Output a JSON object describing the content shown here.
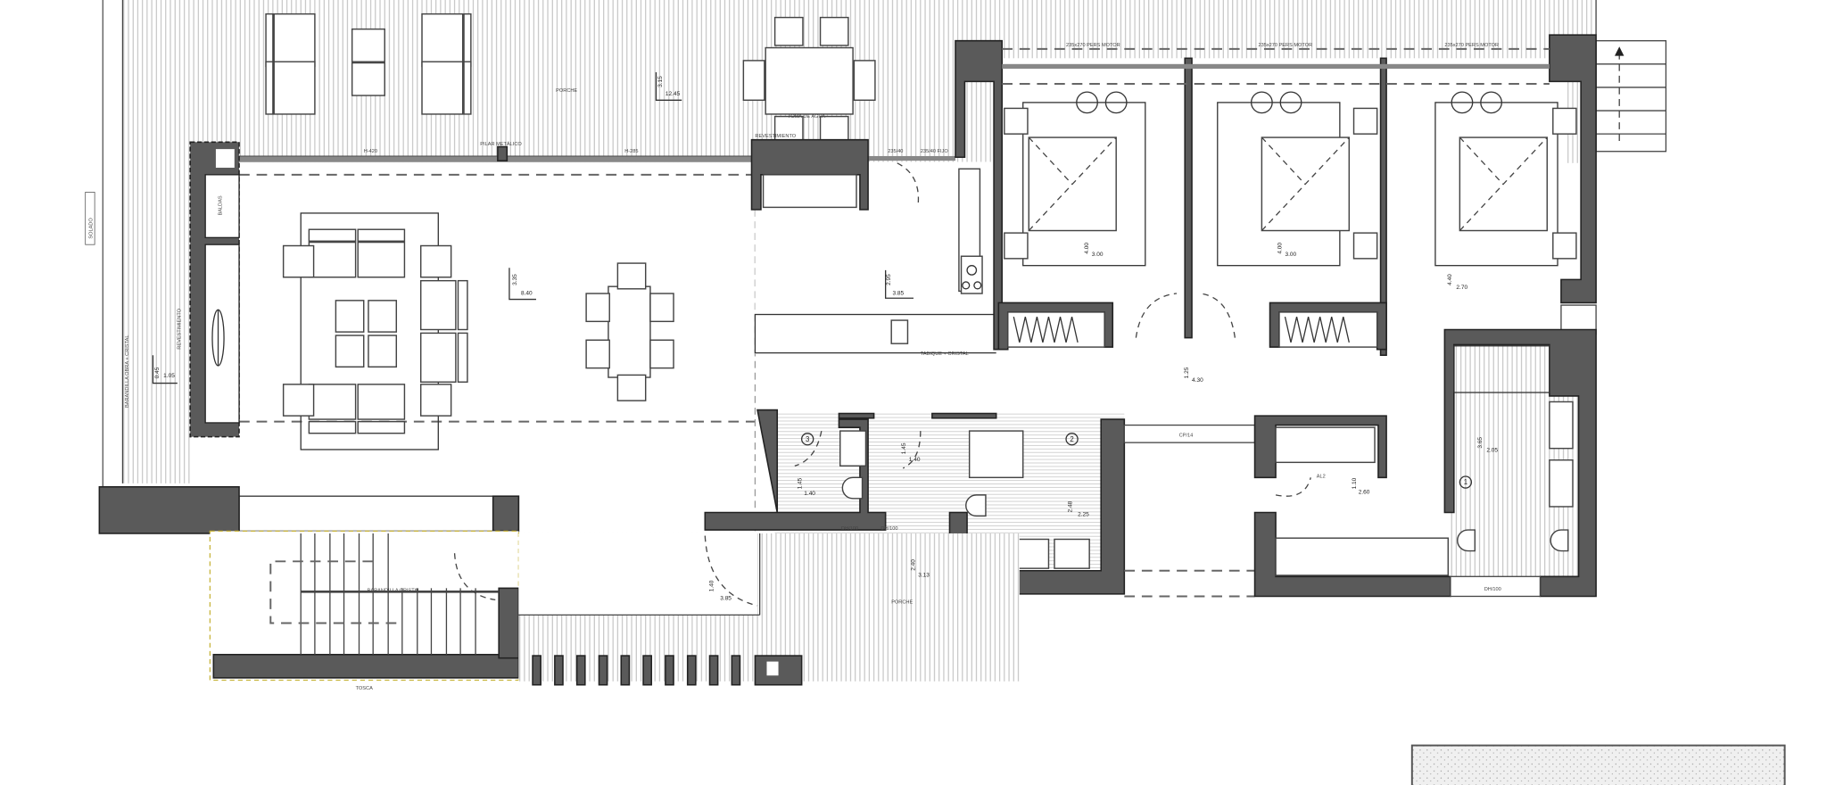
{
  "labels": {
    "porche_top": "PORCHE",
    "porche_bottom": "PORCHE",
    "toma_agua": "TOMA DE AGUA",
    "revestimiento_top": "REVESTIMIENTO",
    "revestimiento_left": "REVESTIMIENTO",
    "pilar": "PILAR METÁLICO",
    "h_left": "H-420",
    "h_mid": "H-285",
    "win_kitchen_1": "235/40",
    "win_kitchen_2": "235/40 FIJO",
    "win_bed1": "235x270 PERS MOTOR",
    "win_bed2": "235x270 PERS MOTOR",
    "win_bed3": "235x270 PERS MOTOR",
    "baldas": "BALDAS",
    "barandilla_obra": "BARANDILLA OBRA + CRISTAL",
    "solado": "SOLADO",
    "tabique": "TABIQUE + CRISTAL",
    "barandilla_cristal": "BARANDILLA CRISTAL",
    "tosca": "TOSCA",
    "dh100": "DH/100",
    "dh1": "DH/100",
    "dh2": "DH/100",
    "cp": "CP/14",
    "al": "AL2",
    "bano_num_1": "1",
    "bano_num_2": "2",
    "bano_num_3": "3"
  },
  "dimensions": {
    "porche_top": [
      "3.15",
      "12.45"
    ],
    "salon": [
      "3.35",
      "8.40"
    ],
    "terraza_left": [
      "0.45",
      "1.05"
    ],
    "cocina": [
      "2.95",
      "3.85"
    ],
    "dorm1": [
      "4.00",
      "3.00"
    ],
    "dorm2": [
      "4.00",
      "3.00"
    ],
    "dorm3": [
      "4.40",
      "2.70"
    ],
    "pasillo": [
      "1.25",
      "4.30"
    ],
    "bano3": [
      "1.45",
      "1.40"
    ],
    "aseo": [
      "1.45",
      "1.40"
    ],
    "bano2": [
      "2.48",
      "2.25"
    ],
    "vestidor": [
      "1.10",
      "2.60"
    ],
    "bano1": [
      "3.65",
      "2.05"
    ],
    "entrada": [
      "1.40",
      "3.85"
    ],
    "porche_bottom": [
      "2.40",
      "3.13"
    ]
  },
  "colors": {
    "wall": "#5a5a5a",
    "highlight_red": "#c0282a",
    "highlight_yellow": "#c8b43c",
    "hatch": "#bdbdbd"
  }
}
